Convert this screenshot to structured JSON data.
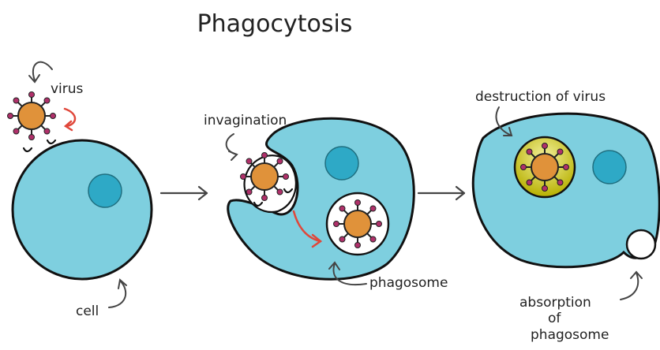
{
  "title": "Phagocytosis",
  "labels": {
    "virus": "virus",
    "cell": "cell",
    "invagination": "invagination",
    "phagosome": "phagosome",
    "destruction": "destruction of virus",
    "absorption_line1": "absorption",
    "absorption_line2": "of",
    "absorption_line3": "phagosome"
  },
  "colors": {
    "cell": "#7ecfdf",
    "nucleus": "#2ea9c6",
    "virus_core": "#e0923a",
    "spike_tip": "#b0306a",
    "lysosome_top": "#f4f2a0",
    "lysosome_bottom": "#b7b000",
    "red_arrow": "#e0473a"
  },
  "icons": {
    "stage_arrow": "right-arrow-icon",
    "virus": "virus-icon"
  }
}
